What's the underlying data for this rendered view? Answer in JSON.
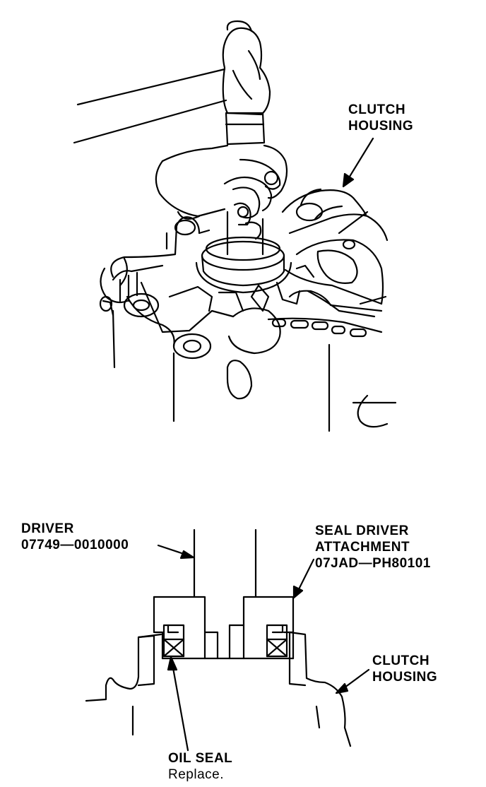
{
  "top_figure": {
    "labels": {
      "clutch_housing_1": "CLUTCH",
      "clutch_housing_2": "HOUSING"
    }
  },
  "bottom_figure": {
    "labels": {
      "driver_1": "DRIVER",
      "driver_2": "07749—0010000",
      "attachment_1": "SEAL DRIVER",
      "attachment_2": "ATTACHMENT",
      "attachment_3": "07JAD—PH80101",
      "clutch_housing_1": "CLUTCH",
      "clutch_housing_2": "HOUSING",
      "oil_seal": "OIL SEAL",
      "oil_seal_note": "Replace."
    }
  },
  "colors": {
    "ink": "#000000",
    "paper": "#ffffff"
  }
}
